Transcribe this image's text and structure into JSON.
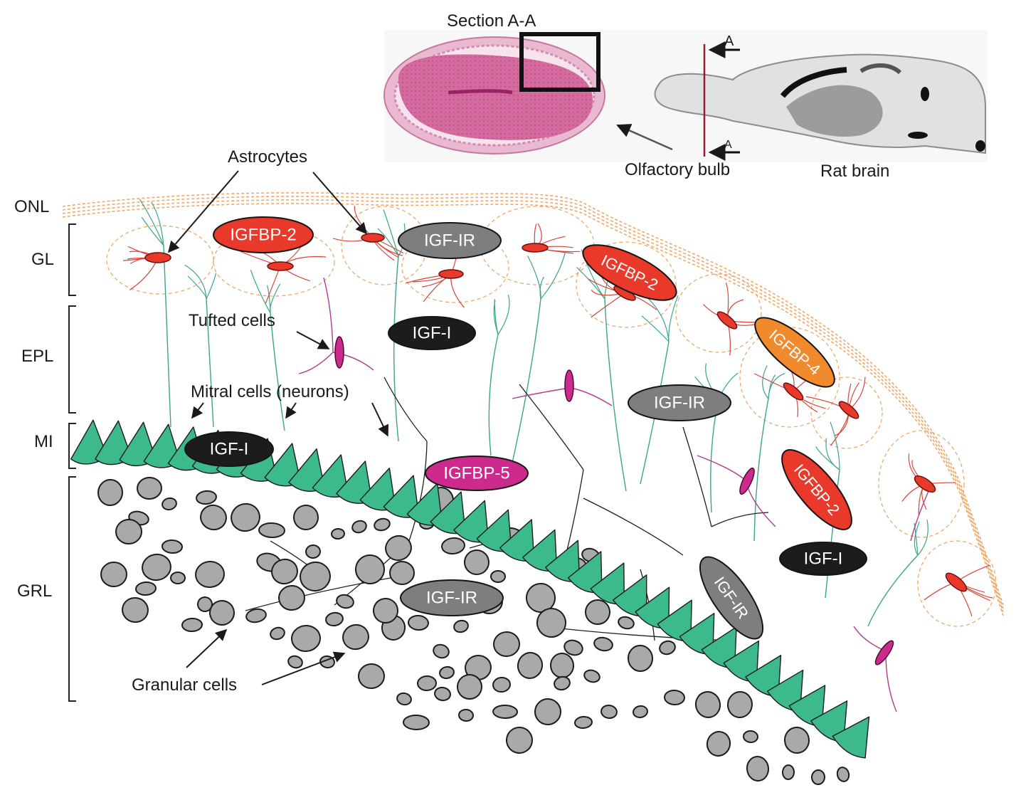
{
  "figure": {
    "title_section": "Section A-A",
    "olfactory_bulb_label": "Olfactory bulb",
    "rat_brain_label": "Rat brain",
    "section_marker_top": "A",
    "section_marker_bottom": "A"
  },
  "layers": [
    {
      "id": "onl",
      "label": "ONL"
    },
    {
      "id": "gl",
      "label": "GL"
    },
    {
      "id": "epl",
      "label": "EPL"
    },
    {
      "id": "mi",
      "label": "MI"
    },
    {
      "id": "grl",
      "label": "GRL"
    }
  ],
  "annotations": {
    "astrocytes": "Astrocytes",
    "tufted_cells": "Tufted cells",
    "mitral_cells": "Mitral cells (neurons)",
    "granular_cells": "Granular cells"
  },
  "colors": {
    "igfbp2": "#e8392a",
    "igfbp4": "#f08a2c",
    "igfbp5": "#cc2a8c",
    "igf1r": "#7d7e80",
    "igf1": "#1c1c1c",
    "mitral": "#3dba8c",
    "granular": "#a8a9ab",
    "astro_process": "#d7453a",
    "mitral_dendrite": "#3aa58a",
    "tufted_process": "#b23a8c",
    "onl_dash": "#f0a868",
    "histology": "#d86aa0",
    "brain_fill": "#dfe1e2"
  },
  "badges": [
    {
      "text": "IGFBP-2",
      "type": "igfbp2"
    },
    {
      "text": "IGF-IR",
      "type": "igf1r"
    },
    {
      "text": "IGFBP-2",
      "type": "igfbp2"
    },
    {
      "text": "IGF-I",
      "type": "igf1"
    },
    {
      "text": "IGFBP-4",
      "type": "igfbp4"
    },
    {
      "text": "IGF-IR",
      "type": "igf1r"
    },
    {
      "text": "IGF-I",
      "type": "igf1"
    },
    {
      "text": "IGFBP-5",
      "type": "igfbp5"
    },
    {
      "text": "IGFBP-2",
      "type": "igfbp2"
    },
    {
      "text": "IGF-I",
      "type": "igf1"
    },
    {
      "text": "IGF-IR",
      "type": "igf1r"
    },
    {
      "text": "IGF-IR",
      "type": "igf1r"
    }
  ]
}
